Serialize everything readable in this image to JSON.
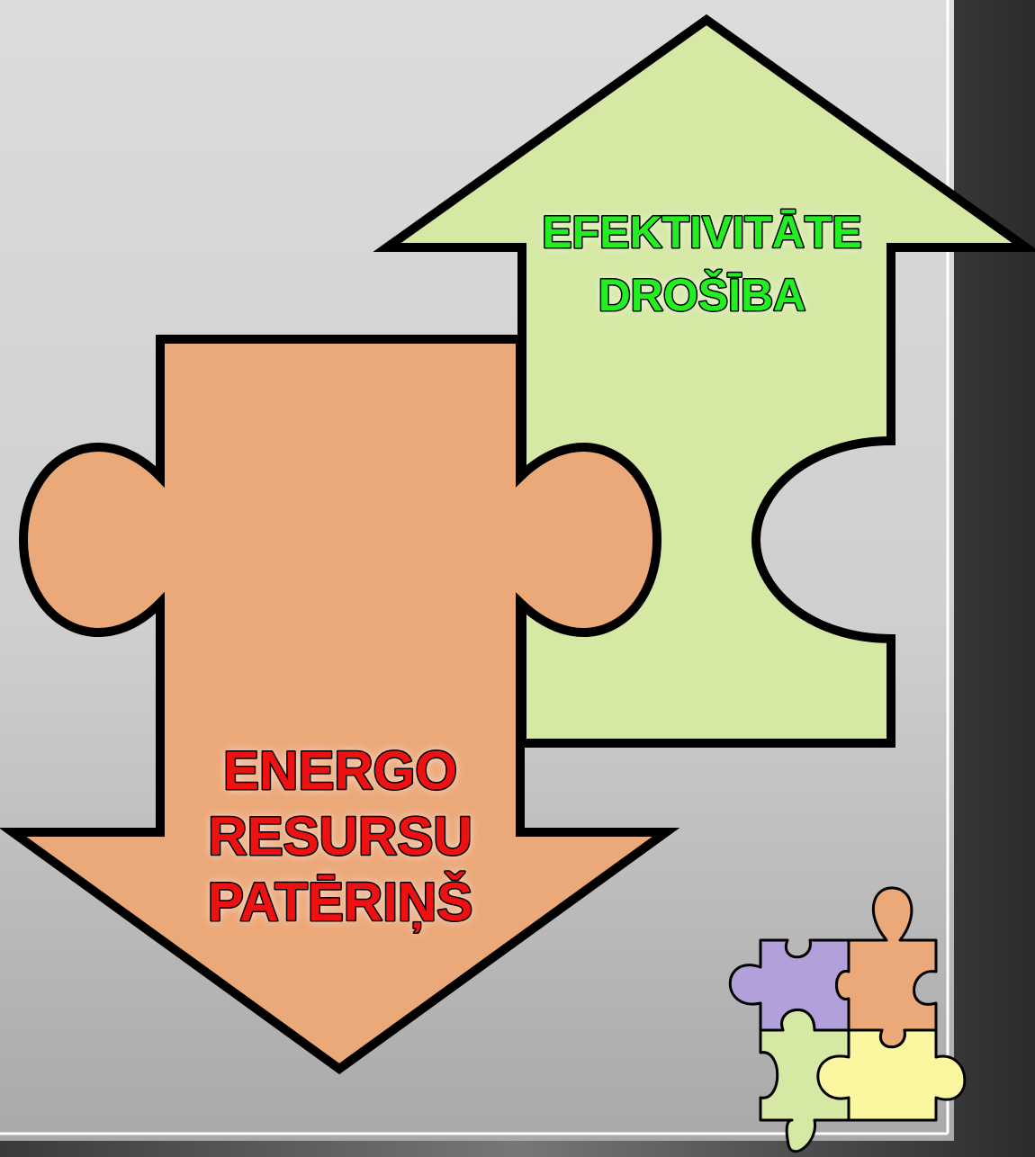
{
  "up_arrow": {
    "lines": [
      "EFEKTIVITĀTE",
      "DROŠĪBA"
    ],
    "fill": "#d5e8a4",
    "text_color": "#22ee22"
  },
  "down_arrow": {
    "lines": [
      "ENERGO",
      "RESURSU",
      "PATĒRIŅŠ"
    ],
    "fill": "#eba97a",
    "text_color": "#ee1111"
  },
  "puzzle_icon": {
    "colors": {
      "purple": "#b1a0da",
      "orange": "#eba97a",
      "green": "#d5e8a4",
      "yellow": "#fbf7a0"
    }
  }
}
